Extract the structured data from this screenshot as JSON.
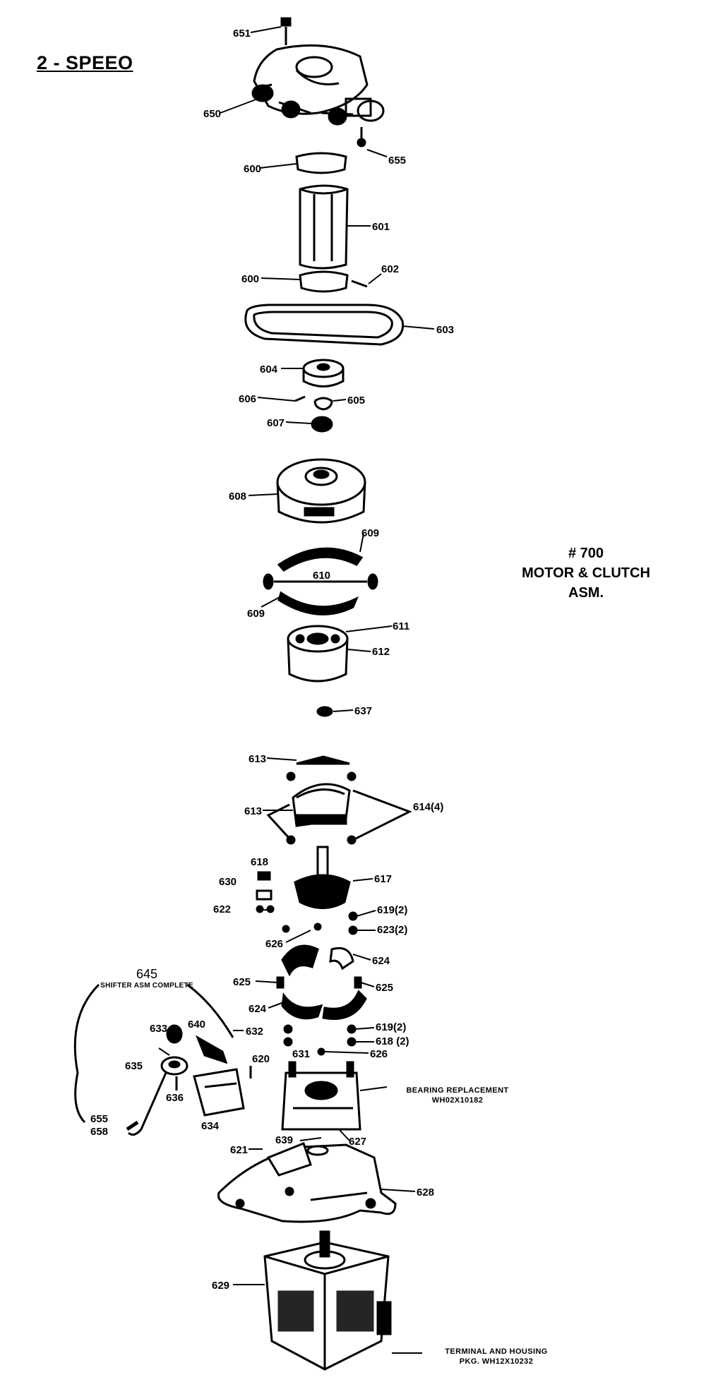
{
  "title": "2 - SPEEO",
  "assembly_caption": [
    "# 700",
    "MOTOR & CLUTCH",
    "ASM."
  ],
  "shifter": {
    "number": "645",
    "description": "SHIFTER ASM COMPLETE"
  },
  "notes": {
    "bearing": [
      "BEARING REPLACEMENT",
      "WH02X10182"
    ],
    "terminal": [
      "TERMINAL AND HOUSING",
      "PKG. WH12X10232"
    ]
  },
  "callouts": [
    "651",
    "650",
    "655",
    "600",
    "601",
    "600",
    "602",
    "603",
    "604",
    "606",
    "605",
    "607",
    "608",
    "609",
    "610",
    "609",
    "611",
    "612",
    "637",
    "613",
    "613",
    "614(4)",
    "618",
    "630",
    "622",
    "617",
    "619(2)",
    "623(2)",
    "626",
    "624",
    "625",
    "625",
    "624",
    "619(2)",
    "632",
    "618 (2)",
    "631",
    "626",
    "633",
    "640",
    "620",
    "635",
    "636",
    "634",
    "627",
    "639",
    "621",
    "628",
    "629",
    "655",
    "658"
  ]
}
